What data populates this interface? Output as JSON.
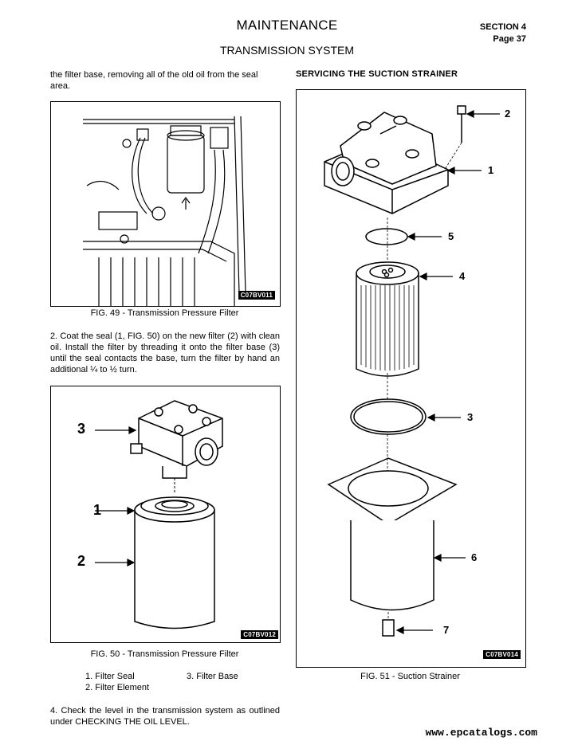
{
  "header": {
    "title": "MAINTENANCE",
    "subtitle": "TRANSMISSION SYSTEM",
    "section": "SECTION 4",
    "page": "Page 37"
  },
  "left_column": {
    "intro_text": "the filter base, removing all of the old oil from the seal area.",
    "fig49": {
      "code": "C07BV011",
      "caption": "FIG. 49 - Transmission Pressure Filter"
    },
    "step2": "2. Coat the seal (1, FIG. 50) on the new filter (2) with clean oil. Install the filter by threading it onto the filter base (3) until the seal contacts the base, turn the filter by hand an additional ¼ to ½ turn.",
    "fig50": {
      "code": "C07BV012",
      "caption": "FIG. 50 - Transmission Pressure Filter",
      "callouts": [
        "3",
        "1",
        "2"
      ],
      "legend": [
        "1. Filter Seal",
        "2. Filter Element",
        "3. Filter Base"
      ]
    },
    "step4": "4. Check the level in the transmission system as outlined under CHECKING THE OIL LEVEL."
  },
  "right_column": {
    "heading": "SERVICING THE SUCTION STRAINER",
    "fig51": {
      "code": "C07BV014",
      "caption": "FIG. 51 - Suction Strainer",
      "callouts": [
        "2",
        "1",
        "5",
        "4",
        "3",
        "6",
        "7"
      ]
    }
  },
  "watermark": "www.epcatalogs.com"
}
